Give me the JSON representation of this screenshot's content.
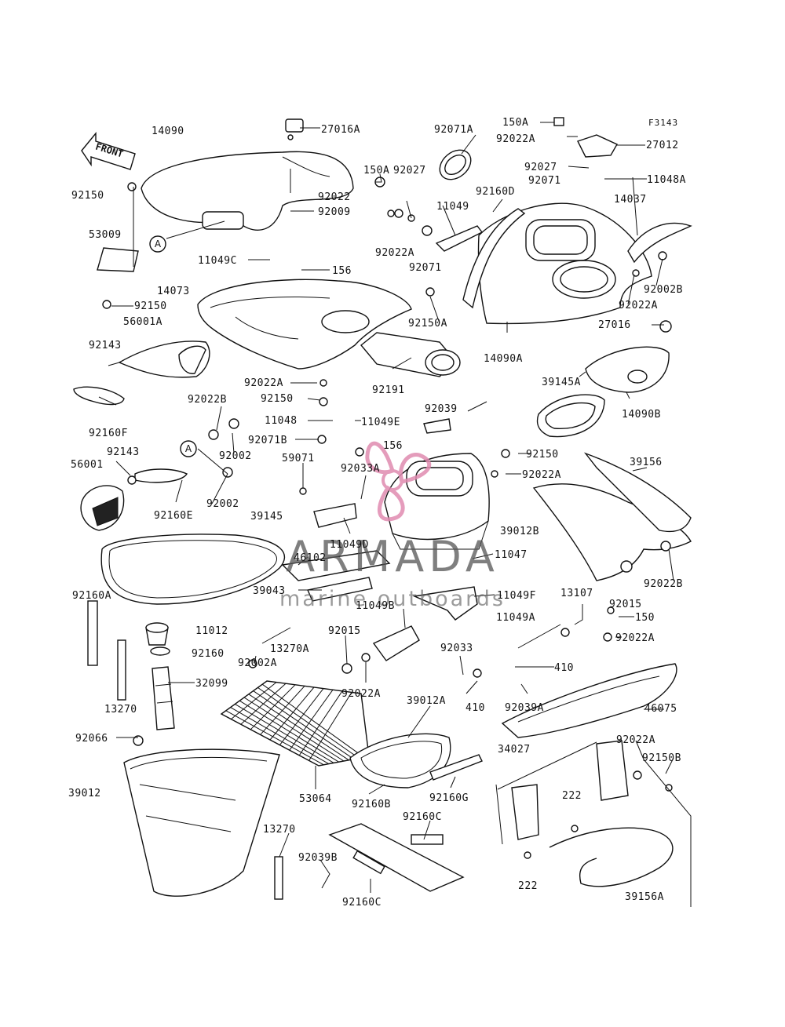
{
  "diagram": {
    "code": "F3143",
    "front_marker": "FRONT",
    "ref_marker": "A",
    "watermark": {
      "brand": "ARMADA",
      "subtitle": "marine outboards",
      "accent_color": "#e08bb0"
    },
    "labels": [
      {
        "id": "l14090",
        "text": "14090"
      },
      {
        "id": "l27016A",
        "text": "27016A"
      },
      {
        "id": "l92071A",
        "text": "92071A"
      },
      {
        "id": "l150A_top",
        "text": "150A"
      },
      {
        "id": "l92022A_top",
        "text": "92022A"
      },
      {
        "id": "l27012",
        "text": "27012"
      },
      {
        "id": "l150A",
        "text": "150A"
      },
      {
        "id": "l92027_a",
        "text": "92027"
      },
      {
        "id": "l92027_b",
        "text": "92027"
      },
      {
        "id": "l92022",
        "text": "92022"
      },
      {
        "id": "l92009",
        "text": "92009"
      },
      {
        "id": "l92071_r",
        "text": "92071"
      },
      {
        "id": "l11048A",
        "text": "11048A"
      },
      {
        "id": "l92160D",
        "text": "92160D"
      },
      {
        "id": "l14037",
        "text": "14037"
      },
      {
        "id": "l11049",
        "text": "11049"
      },
      {
        "id": "l92150_l1",
        "text": "92150"
      },
      {
        "id": "l53009",
        "text": "53009"
      },
      {
        "id": "l92022A_1",
        "text": "92022A"
      },
      {
        "id": "l92071_c",
        "text": "92071"
      },
      {
        "id": "l11049C",
        "text": "11049C"
      },
      {
        "id": "l156_a",
        "text": "156"
      },
      {
        "id": "l92002B",
        "text": "92002B"
      },
      {
        "id": "l14073",
        "text": "14073"
      },
      {
        "id": "l92150_l2",
        "text": "92150"
      },
      {
        "id": "l92022A_2",
        "text": "92022A"
      },
      {
        "id": "l56001A",
        "text": "56001A"
      },
      {
        "id": "l92150A",
        "text": "92150A"
      },
      {
        "id": "l27016",
        "text": "27016"
      },
      {
        "id": "l92143_a",
        "text": "92143"
      },
      {
        "id": "l14090A",
        "text": "14090A"
      },
      {
        "id": "l92022A_3",
        "text": "92022A"
      },
      {
        "id": "l92191",
        "text": "92191"
      },
      {
        "id": "l39145A",
        "text": "39145A"
      },
      {
        "id": "l14090B",
        "text": "14090B"
      },
      {
        "id": "l92150_c",
        "text": "92150"
      },
      {
        "id": "l92160F",
        "text": "92160F"
      },
      {
        "id": "l92022B",
        "text": "92022B"
      },
      {
        "id": "l11048",
        "text": "11048"
      },
      {
        "id": "l11049E",
        "text": "11049E"
      },
      {
        "id": "l92039",
        "text": "92039"
      },
      {
        "id": "l92071B",
        "text": "92071B"
      },
      {
        "id": "l156_b",
        "text": "156"
      },
      {
        "id": "l92002_a",
        "text": "92002"
      },
      {
        "id": "l92150_r",
        "text": "92150"
      },
      {
        "id": "l56001",
        "text": "56001"
      },
      {
        "id": "l92143_b",
        "text": "92143"
      },
      {
        "id": "l59071",
        "text": "59071"
      },
      {
        "id": "l92033A",
        "text": "92033A"
      },
      {
        "id": "l92022A_4",
        "text": "92022A"
      },
      {
        "id": "l39156",
        "text": "39156"
      },
      {
        "id": "l92160E",
        "text": "92160E"
      },
      {
        "id": "l92002_b",
        "text": "92002"
      },
      {
        "id": "l39145",
        "text": "39145"
      },
      {
        "id": "l39012B",
        "text": "39012B"
      },
      {
        "id": "l11049D",
        "text": "11049D"
      },
      {
        "id": "l46102",
        "text": "46102"
      },
      {
        "id": "l11047",
        "text": "11047"
      },
      {
        "id": "l92022B_r",
        "text": "92022B"
      },
      {
        "id": "l39043",
        "text": "39043"
      },
      {
        "id": "l11049F",
        "text": "11049F"
      },
      {
        "id": "l92160A",
        "text": "92160A"
      },
      {
        "id": "l11049B",
        "text": "11049B"
      },
      {
        "id": "l13107",
        "text": "13107"
      },
      {
        "id": "l92015_r",
        "text": "92015"
      },
      {
        "id": "l150",
        "text": "150"
      },
      {
        "id": "l11012",
        "text": "11012"
      },
      {
        "id": "l11049A",
        "text": "11049A"
      },
      {
        "id": "l92015",
        "text": "92015"
      },
      {
        "id": "l92022A_5",
        "text": "92022A"
      },
      {
        "id": "l92160",
        "text": "92160"
      },
      {
        "id": "l13270A",
        "text": "13270A"
      },
      {
        "id": "l92033",
        "text": "92033"
      },
      {
        "id": "l92002A",
        "text": "92002A"
      },
      {
        "id": "l410_a",
        "text": "410"
      },
      {
        "id": "l32099",
        "text": "32099"
      },
      {
        "id": "l92022A_6",
        "text": "92022A"
      },
      {
        "id": "l410_b",
        "text": "410"
      },
      {
        "id": "l92039A",
        "text": "92039A"
      },
      {
        "id": "l46075",
        "text": "46075"
      },
      {
        "id": "l13270",
        "text": "13270"
      },
      {
        "id": "l39012A",
        "text": "39012A"
      },
      {
        "id": "l92066",
        "text": "92066"
      },
      {
        "id": "l34027",
        "text": "34027"
      },
      {
        "id": "l92022A_7",
        "text": "92022A"
      },
      {
        "id": "l92150B",
        "text": "92150B"
      },
      {
        "id": "l39012",
        "text": "39012"
      },
      {
        "id": "l53064",
        "text": "53064"
      },
      {
        "id": "l92160B",
        "text": "92160B"
      },
      {
        "id": "l92160G",
        "text": "92160G"
      },
      {
        "id": "l222_a",
        "text": "222"
      },
      {
        "id": "l92160C",
        "text": "92160C"
      },
      {
        "id": "l13270_b",
        "text": "13270"
      },
      {
        "id": "l92039B",
        "text": "92039B"
      },
      {
        "id": "l222_b",
        "text": "222"
      },
      {
        "id": "l92160C_b",
        "text": "92160C"
      },
      {
        "id": "l39156A",
        "text": "39156A"
      }
    ]
  }
}
